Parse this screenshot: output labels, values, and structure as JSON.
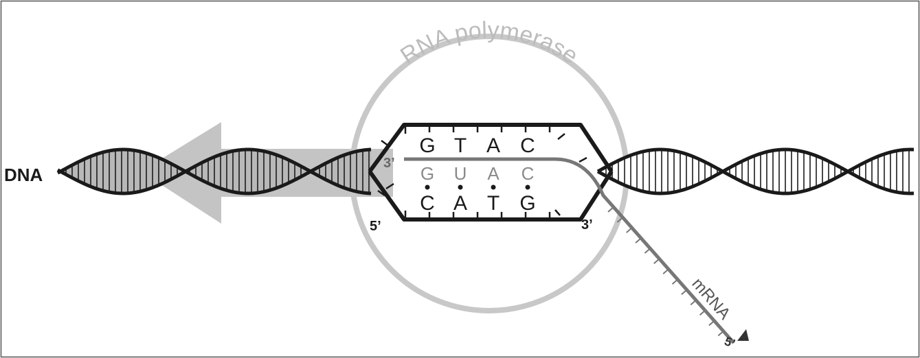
{
  "diagram": {
    "labels": {
      "dna": "DNA",
      "polymerase": "RNA polymerase",
      "mrna": "mRNA"
    },
    "ends": {
      "template_3prime": "3’",
      "template_5prime": "5’",
      "coding_3prime": "3’",
      "mrna_5prime": "5’"
    },
    "coding_strand_bases": [
      "G",
      "T",
      "A",
      "C"
    ],
    "rna_bases": [
      "G",
      "U",
      "A",
      "C"
    ],
    "template_strand_bases": [
      "C",
      "A",
      "T",
      "G"
    ],
    "colors": {
      "strand": "#1a1a1a",
      "mrna": "#777777",
      "polymerase": "#c8c8c8",
      "arrow": "#c4c4c4",
      "groove_fill": "#b8b8b8",
      "frame": "#555555"
    }
  }
}
